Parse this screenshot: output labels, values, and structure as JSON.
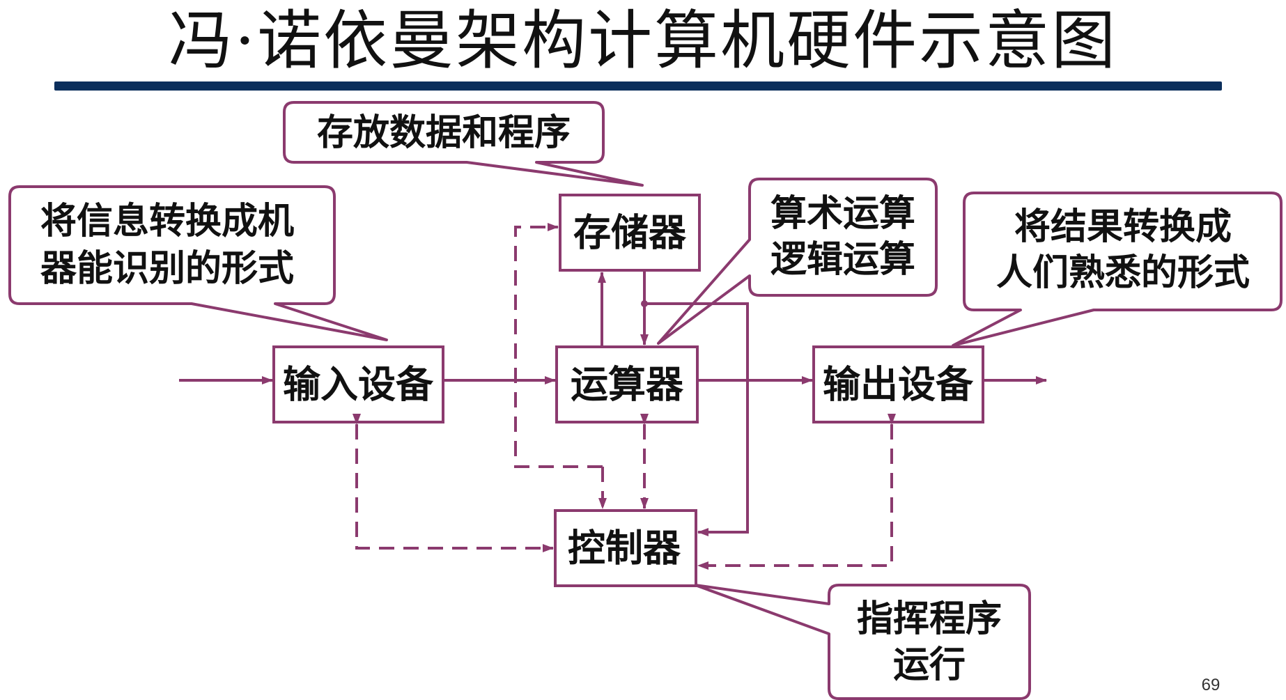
{
  "title": "冯·诺依曼架构计算机硬件示意图",
  "boxes": {
    "memory": "存储器",
    "input": "输入设备",
    "alu": "运算器",
    "output": "输出设备",
    "control": "控制器"
  },
  "callouts": {
    "memory": "存放数据和程序",
    "input_line1": "将信息转换成机",
    "input_line2": "器能识别的形式",
    "alu_line1": "算术运算",
    "alu_line2": "逻辑运算",
    "output_line1": "将结果转换成",
    "output_line2": "人们熟悉的形式",
    "control_line1": "指挥程序",
    "control_line2": "运行"
  },
  "page_number": "69",
  "colors": {
    "accent": "#8b3a6e",
    "title_rule": "#0c2f5c"
  }
}
